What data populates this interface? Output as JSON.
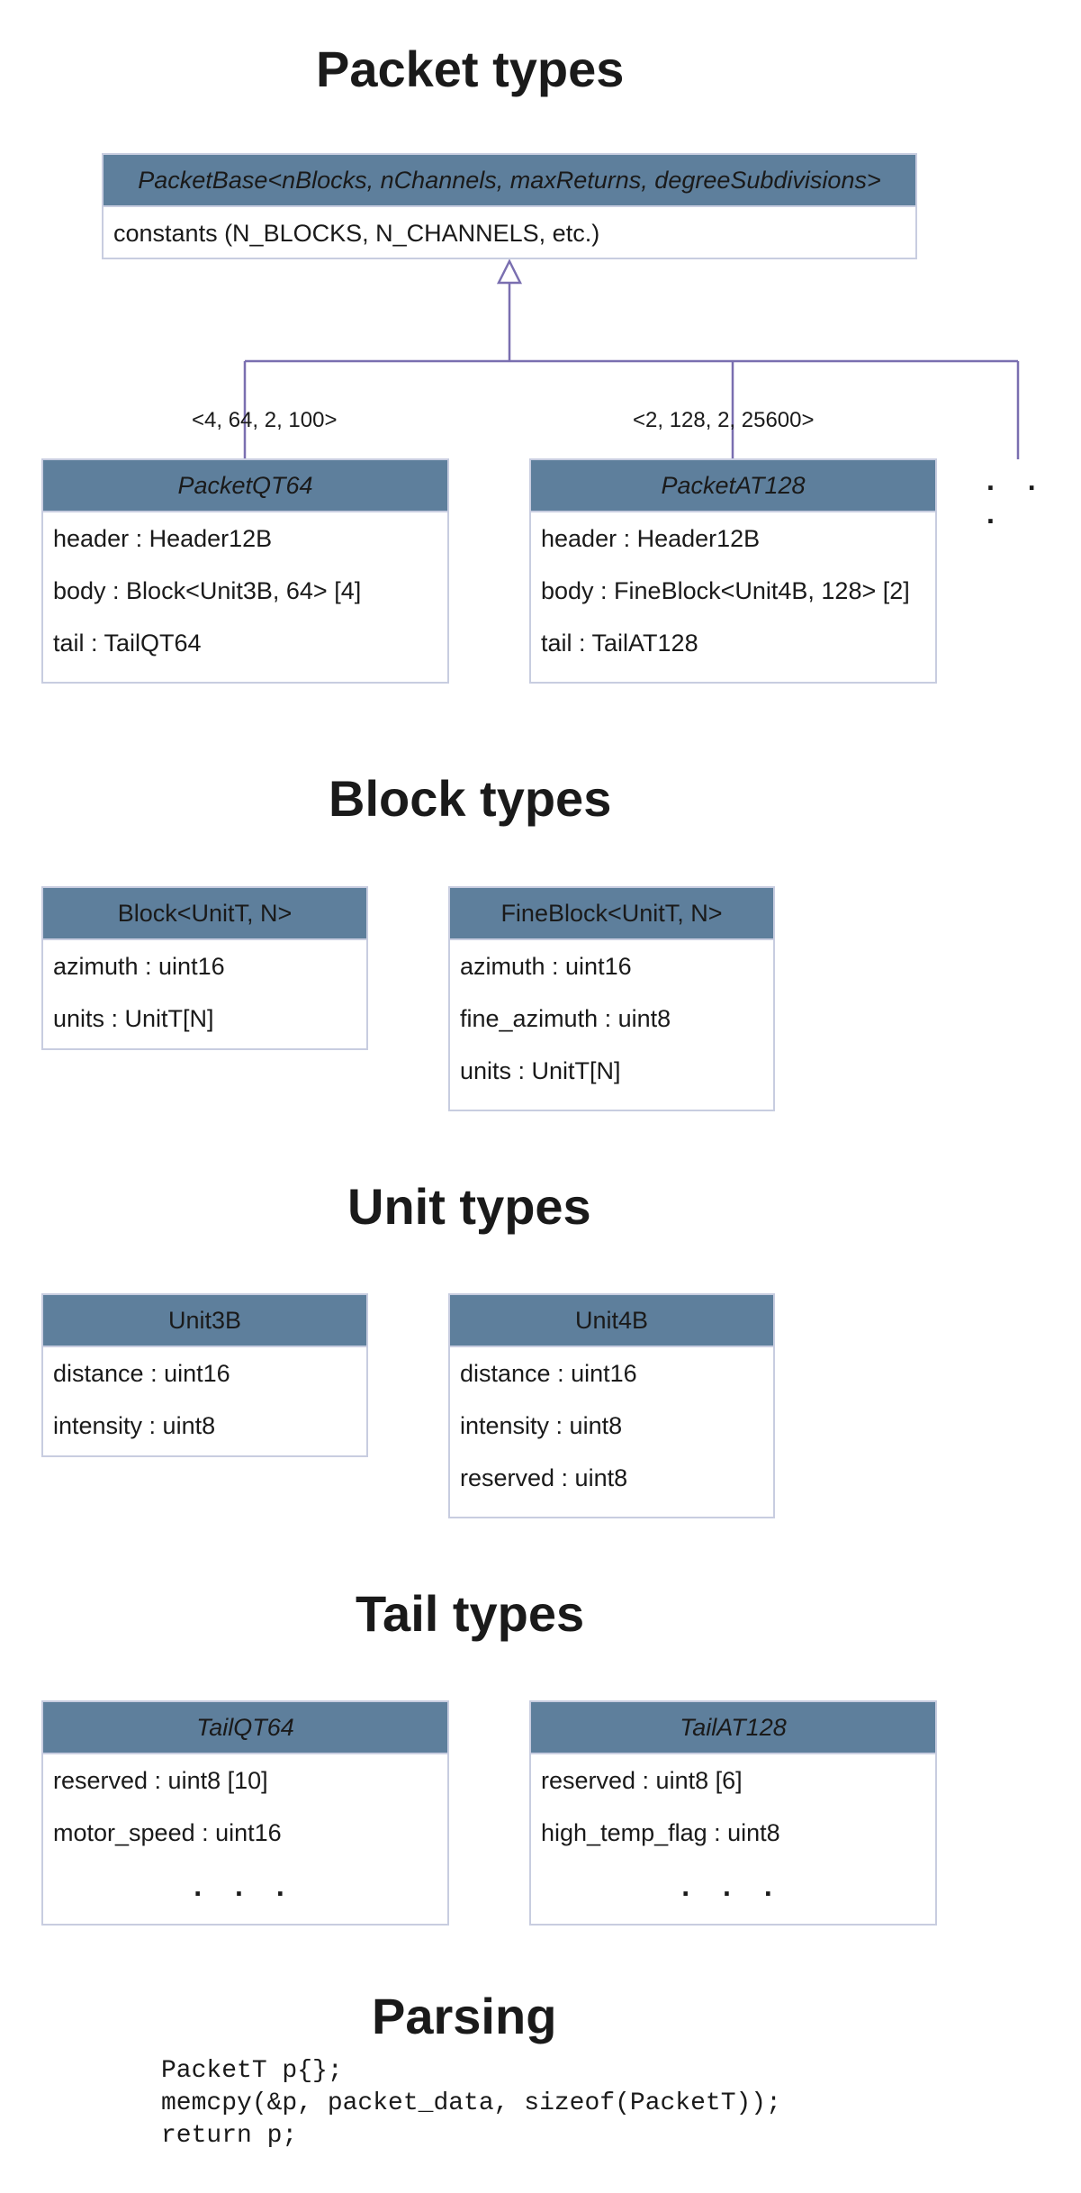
{
  "sections": {
    "packet_types": "Packet types",
    "block_types": "Block types",
    "unit_types": "Unit types",
    "tail_types": "Tail types",
    "parsing": "Parsing"
  },
  "packet_base": {
    "name": "PacketBase<nBlocks, nChannels, maxReturns, degreeSubdivisions>",
    "fields": [
      "constants (N_BLOCKS, N_CHANNELS, etc.)"
    ]
  },
  "template_args": {
    "qt64": "<4, 64, 2, 100>",
    "at128": "<2, 128, 2, 25600>"
  },
  "more_marker": ". . .",
  "packets": [
    {
      "name": "PacketQT64",
      "fields": [
        "header : Header12B",
        "body : Block<Unit3B, 64> [4]",
        "tail : TailQT64"
      ]
    },
    {
      "name": "PacketAT128",
      "fields": [
        "header : Header12B",
        "body : FineBlock<Unit4B, 128> [2]",
        "tail : TailAT128"
      ]
    }
  ],
  "blocks": [
    {
      "name": "Block<UnitT, N>",
      "fields": [
        "azimuth : uint16",
        "units : UnitT[N]"
      ]
    },
    {
      "name": "FineBlock<UnitT, N>",
      "fields": [
        "azimuth : uint16",
        "fine_azimuth : uint8",
        "units : UnitT[N]"
      ]
    }
  ],
  "units": [
    {
      "name": "Unit3B",
      "fields": [
        "distance : uint16",
        "intensity : uint8"
      ]
    },
    {
      "name": "Unit4B",
      "fields": [
        "distance : uint16",
        "intensity : uint8",
        "reserved : uint8"
      ]
    }
  ],
  "tails": [
    {
      "name": "TailQT64",
      "fields": [
        "reserved : uint8 [10]",
        "motor_speed : uint16"
      ],
      "more": ". . ."
    },
    {
      "name": "TailAT128",
      "fields": [
        "reserved : uint8 [6]",
        "high_temp_flag : uint8"
      ],
      "more": ". . ."
    }
  ],
  "parsing_code": [
    "PacketT p{};",
    "memcpy(&p, packet_data, sizeof(PacketT));",
    "return p;"
  ],
  "colors": {
    "header_fill": "#5e7f9c",
    "box_border": "#c8cde0",
    "connector": "#7a6fb0"
  }
}
